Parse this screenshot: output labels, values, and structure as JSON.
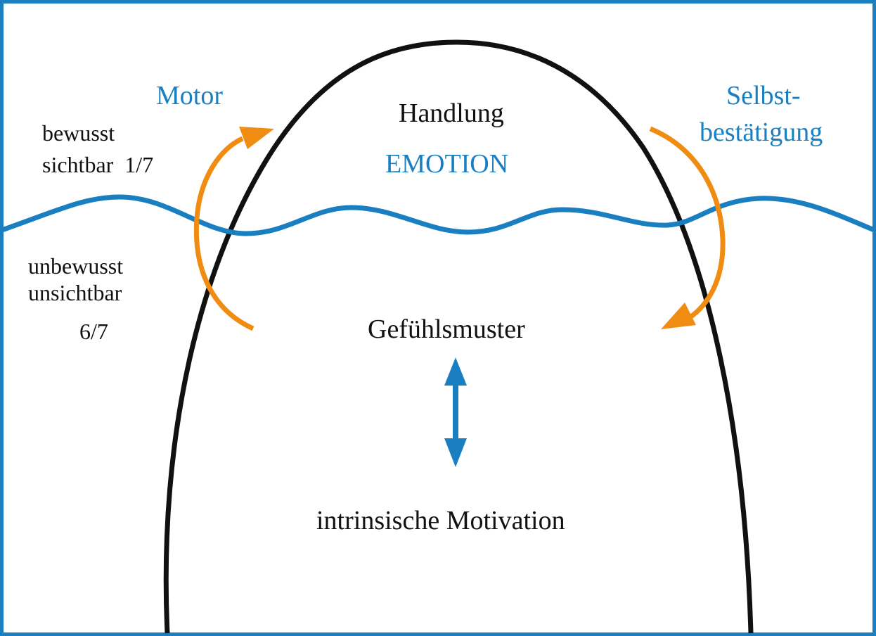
{
  "colors": {
    "accent_blue": "#1a7fc1",
    "arrow_orange": "#f08c12",
    "outline_black": "#111111",
    "frame_blue": "#1a7fc1"
  },
  "labels": {
    "motor": "Motor",
    "selbst_line1": "Selbst-",
    "selbst_line2": "bestätigung",
    "handlung": "Handlung",
    "emotion": "EMOTION",
    "bewusst": "bewusst",
    "sichtbar": "sichtbar  1/7",
    "unbewusst": "unbewusst",
    "unsichtbar": "unsichtbar",
    "fraction_lower": "6/7",
    "gefuehlsmuster": "Gefühlsmuster",
    "motivation": "intrinsische Motivation"
  }
}
